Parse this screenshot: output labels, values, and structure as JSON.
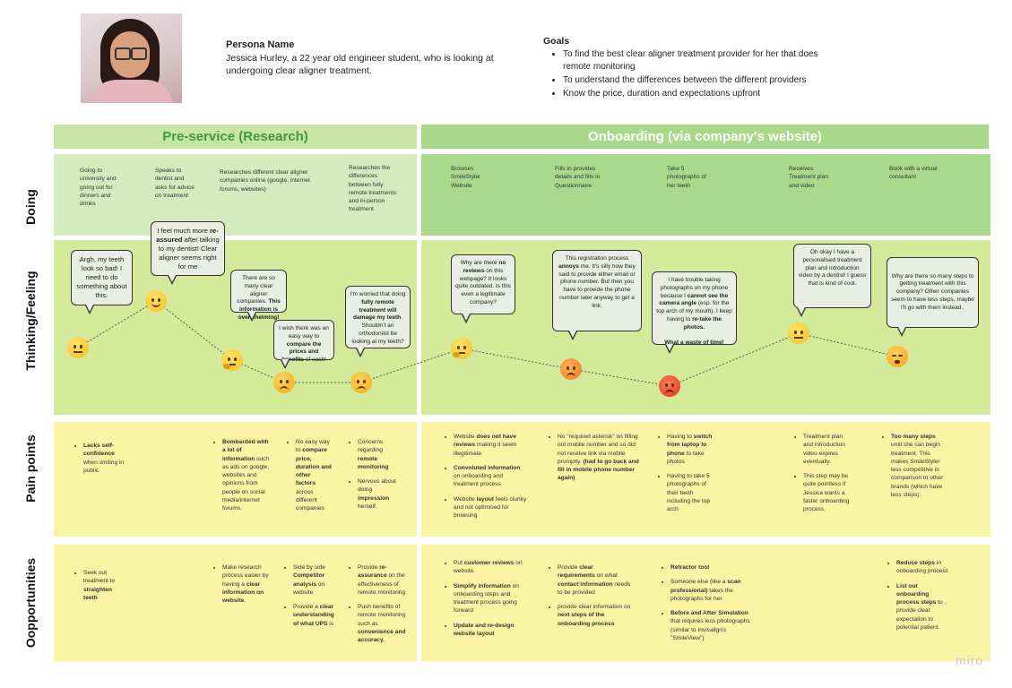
{
  "persona": {
    "title": "Persona Name",
    "description": "Jessica Hurley, a 22 year old engineer student, who is looking at undergoing clear aligner treatment."
  },
  "goals": {
    "title": "Goals",
    "items": [
      "To find the best clear aligner treatment provider for her that does remote monitoring",
      "To understand the differences between the different providers",
      "Know the price, duration and expectations upfront"
    ]
  },
  "phases": [
    "Pre-service (Research)",
    "Onboarding (via company's website)"
  ],
  "rows": [
    "Doing",
    "Thinking/Feeling",
    "Pain points",
    "Oopportunities"
  ],
  "doing": [
    "Going to university and going out for dinners and drinks",
    "Speaks to dentist and asks for advice on treatment",
    "Researches different clear aligner companies online (google, internet forums, websites)",
    "Researches the differences between fully remote treatments and in-person treatment",
    "Browses SmileStyler Website",
    "Fills in provides details and fills in Questionnaire",
    "Take 5 photographs of her teeth",
    "Receives Treatment plan and video",
    "Book with a virtual consultant"
  ],
  "thoughts": [
    {
      "pre": "Argh, my teeth look so bad! I need to do something about this."
    },
    {
      "pre": "I feel much more ",
      "b": "re-assured",
      "post": " after talking to my dentist! Clear aligner seems right for me"
    },
    {
      "pre": "There are so many clear aligner companies. ",
      "b": "This information is overwhelming!",
      "post": ""
    },
    {
      "pre": "I wish there was an easy way to ",
      "b": "compare the prices and benefits",
      "post": " of each!"
    },
    {
      "pre": "I'm worried that doing ",
      "b": "fully remote treatment will damage my teeth",
      "post": ". Shouldn't an orthodontist be looking at my teeth?"
    },
    {
      "pre": "Why are there ",
      "b": "no reviews",
      "post": " on this webpage? It looks quite outdated. Is this even a legitimate company?"
    },
    {
      "pre": "This registration process ",
      "b": "annoys",
      "post": " me. It's silly how they said to provide either email or phone number. But then you have to provide the phone number later anyway to get a link."
    },
    {
      "pre": "I have trouble taking photographs on my phone because I ",
      "b": "cannot see the camera angle",
      "post": " (esp. for the top arch of my mouth). I keep having to ",
      "b2": "re-take the photos.",
      "post2": "",
      "b3": "What a waste of time!"
    },
    {
      "pre": "Oh okay I have a personalised treatment plan and introduction video by a dentist! I guess that is kind of cool."
    },
    {
      "pre": "Why are there so many steps to getting treatment with this company? Other companies seem to have less steps, maybe I'll go with them instead.."
    }
  ],
  "pain_points": {
    "c1": [
      {
        "b": "Lacks self-confidence",
        "t": " when smiling in public"
      }
    ],
    "c2": [
      {
        "b": "Bombarded with a lot of information",
        "t": " such as ads on google, websites and opinions from people on social media/internet forums."
      }
    ],
    "c3": [
      {
        "t": "No easy way to ",
        "b": "compare price, duration and other factors",
        "t2": " across different companies"
      }
    ],
    "c4": [
      {
        "t": "Concerns regarding ",
        "b": "remote monitoring"
      },
      {
        "t": "Nervous about doing ",
        "b": "impression",
        "t2": " herself."
      }
    ],
    "c5": [
      {
        "t": "Website ",
        "b": "does not have reviews",
        "t2": " making it seem illegitimate"
      },
      {
        "b": "Convoluted information",
        "t": " on onboarding and treatment process"
      },
      {
        "t": "Website ",
        "b": "layout",
        "t2": " feels clunky and not optimised for browsing"
      }
    ],
    "c6": [
      {
        "t": "No \"required asterisk\" on filling out mobile number and so did not receive link via mobile promptly. ",
        "b": "(had to go back and fill in mobile phone number again)"
      }
    ],
    "c7": [
      {
        "t": "Having to ",
        "b": "switch from laptop to phone",
        "t2": " to take photos"
      },
      {
        "t": "Having to take 5 photographs of their teeth including the top arch"
      }
    ],
    "c8": [
      {
        "t": "Treatment plan and introduction video expires eventually."
      },
      {
        "t": "This step may be quite pointless if Jessica wants a faster onboarding process."
      }
    ],
    "c9": [
      {
        "b": "Too many steps",
        "t": " until she can begin treatment. This makes SmileStyler less competitive in comparison to other brands (which have less steps)."
      }
    ]
  },
  "opportunities": {
    "c1": [
      {
        "t": "Seek out treatment to ",
        "b": "straighten teeth"
      }
    ],
    "c2": [
      {
        "t": "Make research process easier by having a ",
        "b": "clear information",
        "t2": " ",
        "b2": "on website."
      }
    ],
    "c3": [
      {
        "t": "Side by side ",
        "b": "Competitor analysis",
        "t2": " on website"
      },
      {
        "t": "Provide a ",
        "b": "clear understanding of what UPS",
        "t2": " is"
      }
    ],
    "c4": [
      {
        "t": "Provide ",
        "b": "re-assurance",
        "t2": " on the effectiveness of remote monitoring"
      },
      {
        "t": "Push benefits of remote monitoring such as ",
        "b": "convenience and accuracy."
      }
    ],
    "c5": [
      {
        "t": "Put ",
        "b": "customer reviews",
        "t2": " on website."
      },
      {
        "b": "Simplify information",
        "t": " on onboarding steps and treatment process going forward"
      },
      {
        "b": "Update and re-design website layout"
      }
    ],
    "c6": [
      {
        "t": "Provide ",
        "b": "clear requirements",
        "t2": " on what ",
        "b2": "contact information",
        "t3": " needs to be provided"
      },
      {
        "t": "provide clear information on ",
        "b": "next steps of the onboarding process"
      }
    ],
    "c7": [
      {
        "b": "Retractor tool"
      },
      {
        "t": "Someone else (like a ",
        "b": "scan professional)",
        "t2": " takes the photographs for her."
      },
      {
        "b": "Before and After Simulation",
        "t": " that requires less photographs (similar to Invisalign's \"SmileView\")"
      }
    ],
    "c8": [],
    "c9": [
      {
        "b": "Reduce steps",
        "t": " in onboarding process"
      },
      {
        "b": "List out onboarding process steps",
        "t": " to provide clear expectation to potential patient."
      }
    ]
  },
  "watermark": "miro",
  "colors": {
    "pre_phase": "#c9e5a6",
    "onb_phase": "#a9d888",
    "doing_pre": "#d4ebbe",
    "doing_onb": "#a8d98d",
    "thinking": "#d2ea9a",
    "pain": "#fbf4a4",
    "opp": "#fbf4a4"
  }
}
